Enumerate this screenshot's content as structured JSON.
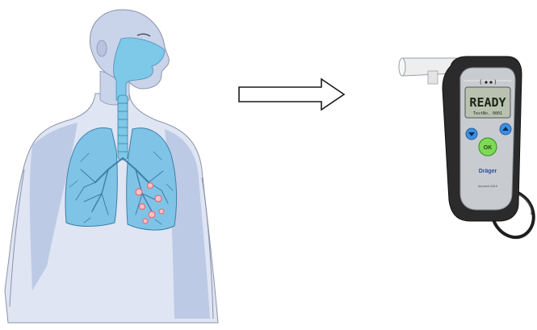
{
  "illustration": {
    "left_panel": {
      "subject": "human respiratory system",
      "icon": "lungs-icon"
    },
    "connector": {
      "icon": "right-arrow-icon"
    },
    "right_panel": {
      "subject": "breathalyzer device",
      "icon": "breathalyzer-icon",
      "screen": {
        "status": "READY",
        "subtext": "TestNo. 0001"
      },
      "buttons": {
        "up_icon": "triangle-up-icon",
        "down_icon": "triangle-down-icon",
        "ok_label": "OK"
      },
      "brand_text": "Dräger",
      "model_text": "Alcotest 6810"
    }
  },
  "colors": {
    "airway_blue": "#7ec8e8",
    "lung_blue": "#7fc4e6",
    "body_shade": "#b9c6e4",
    "device_dark": "#2b2b2b",
    "device_silver": "#c8ccd0",
    "ok_green": "#7ed957",
    "nav_blue": "#3e8fe0",
    "alveoli_red": "#e56b78"
  }
}
